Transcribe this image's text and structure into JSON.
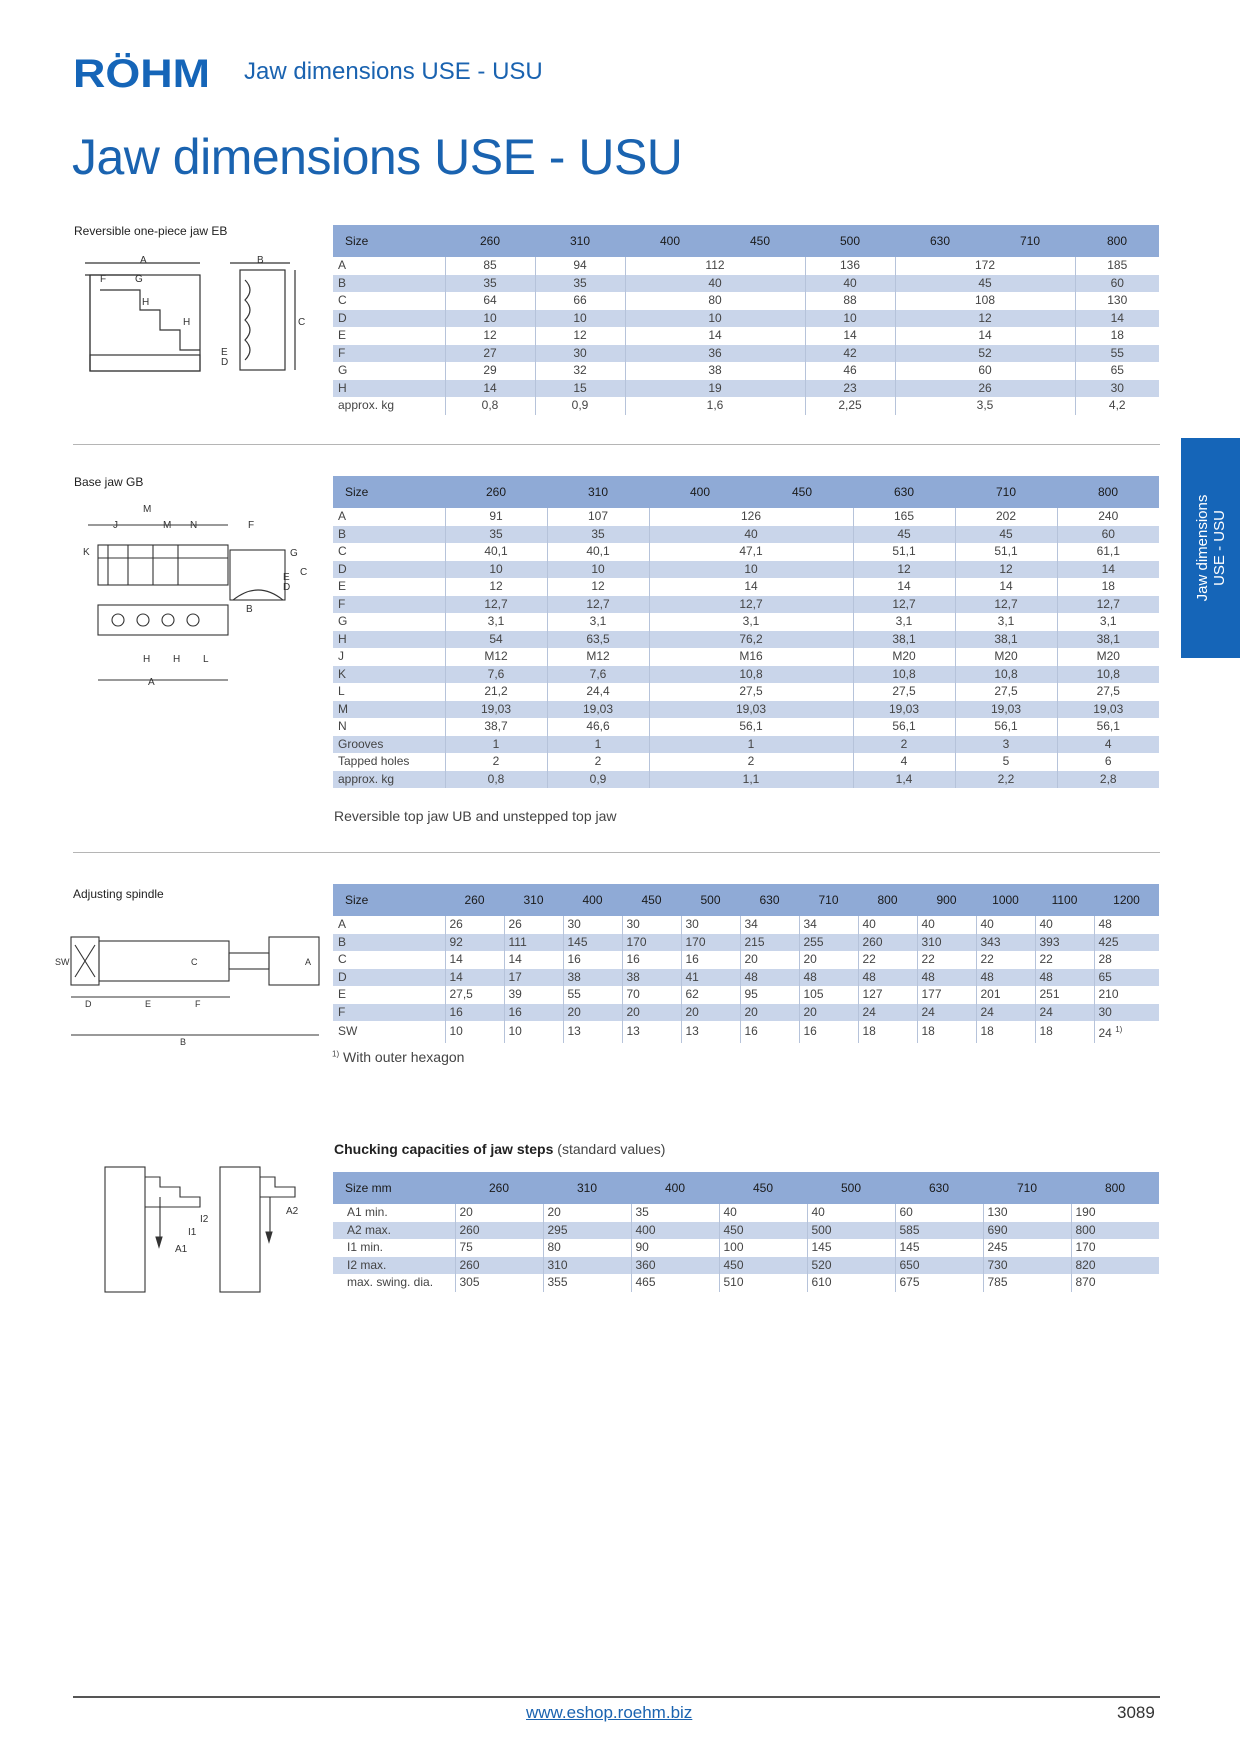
{
  "header": {
    "logo_text": "RÖHM",
    "title": "Jaw dimensions USE - USU"
  },
  "page_title": "Jaw dimensions USE - USU",
  "side_tab": {
    "line1": "Jaw dimensions",
    "line2": "USE - USU"
  },
  "section1": {
    "label": "Reversible one-piece jaw EB",
    "headers": [
      "Size",
      "260",
      "310",
      "400",
      "450",
      "500",
      "630",
      "710",
      "800"
    ],
    "rows": [
      [
        "A",
        "85",
        "94",
        "112",
        "136",
        "172",
        "185"
      ],
      [
        "B",
        "35",
        "35",
        "40",
        "40",
        "45",
        "60"
      ],
      [
        "C",
        "64",
        "66",
        "80",
        "88",
        "108",
        "130"
      ],
      [
        "D",
        "10",
        "10",
        "10",
        "10",
        "12",
        "14"
      ],
      [
        "E",
        "12",
        "12",
        "14",
        "14",
        "14",
        "18"
      ],
      [
        "F",
        "27",
        "30",
        "36",
        "42",
        "52",
        "55"
      ],
      [
        "G",
        "29",
        "32",
        "38",
        "46",
        "60",
        "65"
      ],
      [
        "H",
        "14",
        "15",
        "19",
        "23",
        "26",
        "30"
      ],
      [
        "approx. kg",
        "0,8",
        "0,9",
        "1,6",
        "2,25",
        "3,5",
        "4,2"
      ]
    ]
  },
  "section2": {
    "label": "Base jaw GB",
    "headers": [
      "Size",
      "260",
      "310",
      "400",
      "450",
      "630",
      "710",
      "800"
    ],
    "rows": [
      [
        "A",
        "91",
        "107",
        "126",
        "165",
        "202",
        "240"
      ],
      [
        "B",
        "35",
        "35",
        "40",
        "45",
        "45",
        "60"
      ],
      [
        "C",
        "40,1",
        "40,1",
        "47,1",
        "51,1",
        "51,1",
        "61,1"
      ],
      [
        "D",
        "10",
        "10",
        "10",
        "12",
        "12",
        "14"
      ],
      [
        "E",
        "12",
        "12",
        "14",
        "14",
        "14",
        "18"
      ],
      [
        "F",
        "12,7",
        "12,7",
        "12,7",
        "12,7",
        "12,7",
        "12,7"
      ],
      [
        "G",
        "3,1",
        "3,1",
        "3,1",
        "3,1",
        "3,1",
        "3,1"
      ],
      [
        "H",
        "54",
        "63,5",
        "76,2",
        "38,1",
        "38,1",
        "38,1"
      ],
      [
        "J",
        "M12",
        "M12",
        "M16",
        "M20",
        "M20",
        "M20"
      ],
      [
        "K",
        "7,6",
        "7,6",
        "10,8",
        "10,8",
        "10,8",
        "10,8"
      ],
      [
        "L",
        "21,2",
        "24,4",
        "27,5",
        "27,5",
        "27,5",
        "27,5"
      ],
      [
        "M",
        "19,03",
        "19,03",
        "19,03",
        "19,03",
        "19,03",
        "19,03"
      ],
      [
        "N",
        "38,7",
        "46,6",
        "56,1",
        "56,1",
        "56,1",
        "56,1"
      ],
      [
        "Grooves",
        "1",
        "1",
        "1",
        "2",
        "3",
        "4"
      ],
      [
        "Tapped holes",
        "2",
        "2",
        "2",
        "4",
        "5",
        "6"
      ],
      [
        "approx. kg",
        "0,8",
        "0,9",
        "1,1",
        "1,4",
        "2,2",
        "2,8"
      ]
    ],
    "note": "Reversible top jaw UB and unstepped top jaw"
  },
  "section3": {
    "label": "Adjusting spindle",
    "headers": [
      "Size",
      "260",
      "310",
      "400",
      "450",
      "500",
      "630",
      "710",
      "800",
      "900",
      "1000",
      "1100",
      "1200"
    ],
    "rows": [
      [
        "A",
        "26",
        "26",
        "30",
        "30",
        "30",
        "34",
        "34",
        "40",
        "40",
        "40",
        "40",
        "48"
      ],
      [
        "B",
        "92",
        "111",
        "145",
        "170",
        "170",
        "215",
        "255",
        "260",
        "310",
        "343",
        "393",
        "425"
      ],
      [
        "C",
        "14",
        "14",
        "16",
        "16",
        "16",
        "20",
        "20",
        "22",
        "22",
        "22",
        "22",
        "28"
      ],
      [
        "D",
        "14",
        "17",
        "38",
        "38",
        "41",
        "48",
        "48",
        "48",
        "48",
        "48",
        "48",
        "65"
      ],
      [
        "E",
        "27,5",
        "39",
        "55",
        "70",
        "62",
        "95",
        "105",
        "127",
        "177",
        "201",
        "251",
        "210"
      ],
      [
        "F",
        "16",
        "16",
        "20",
        "20",
        "20",
        "20",
        "20",
        "24",
        "24",
        "24",
        "24",
        "30"
      ],
      [
        "SW",
        "10",
        "10",
        "13",
        "13",
        "13",
        "16",
        "16",
        "18",
        "18",
        "18",
        "18",
        "24"
      ]
    ],
    "sw_last_sup": "1)",
    "footnote_mark": "1)",
    "footnote_text": "With outer hexagon"
  },
  "section4": {
    "heading_bold": "Chucking capacities of jaw steps",
    "heading_normal": "(standard values)",
    "headers": [
      "Size mm",
      "260",
      "310",
      "400",
      "450",
      "500",
      "630",
      "710",
      "800"
    ],
    "rows": [
      [
        "A1 min.",
        "20",
        "20",
        "35",
        "40",
        "40",
        "60",
        "130",
        "190"
      ],
      [
        "A2 max.",
        "260",
        "295",
        "400",
        "450",
        "500",
        "585",
        "690",
        "800"
      ],
      [
        "I1 min.",
        "75",
        "80",
        "90",
        "100",
        "145",
        "145",
        "245",
        "170"
      ],
      [
        "I2 max.",
        "260",
        "310",
        "360",
        "450",
        "520",
        "650",
        "730",
        "820"
      ],
      [
        "max. swing. dia.",
        "305",
        "355",
        "465",
        "510",
        "610",
        "675",
        "785",
        "870"
      ]
    ]
  },
  "diagram_labels": {
    "eb": [
      "A",
      "B",
      "F",
      "G",
      "H",
      "H",
      "C",
      "D",
      "E"
    ],
    "gb": [
      "M",
      "J",
      "M",
      "N",
      "F",
      "K",
      "G",
      "E",
      "D",
      "C",
      "B",
      "H",
      "H",
      "L",
      "A"
    ],
    "spindle": [
      "SW",
      "C",
      "A",
      "D",
      "E",
      "F",
      "B"
    ],
    "steps": [
      "I2",
      "I1",
      "A1",
      "A2"
    ]
  },
  "footer": {
    "url": "www.eshop.roehm.biz",
    "page": "3089"
  }
}
